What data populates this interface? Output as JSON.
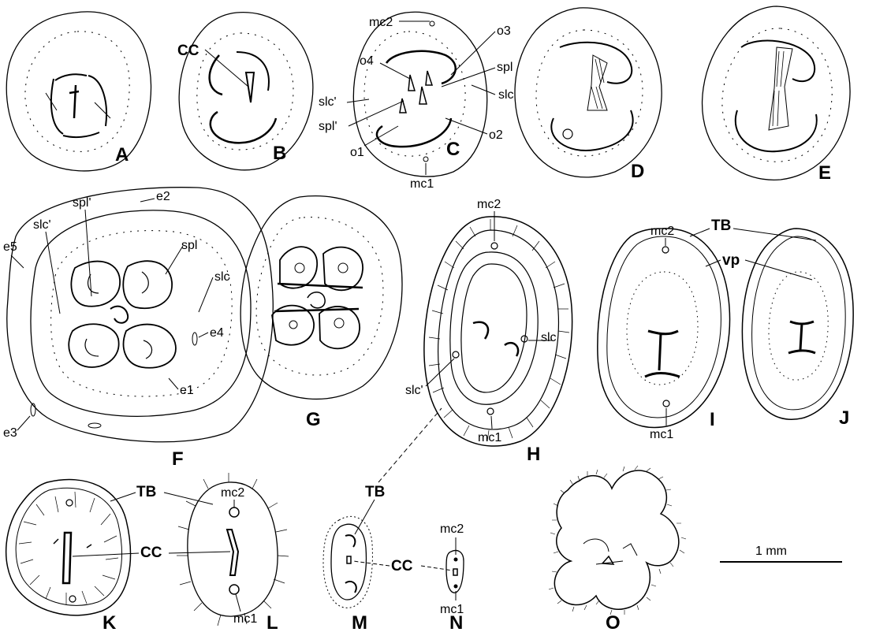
{
  "panels": [
    "A",
    "B",
    "C",
    "D",
    "E",
    "F",
    "G",
    "H",
    "I",
    "J",
    "K",
    "L",
    "M",
    "N",
    "O"
  ],
  "labels": {
    "cc_b": "CC",
    "mc2_c": "mc2",
    "o3_c": "o3",
    "o4_c": "o4",
    "spl_c": "spl",
    "slc_c": "slc",
    "slcp_c": "slc'",
    "splp_c": "spl'",
    "o2_c": "o2",
    "o1_c": "o1",
    "mc1_c": "mc1",
    "splp_f": "spl'",
    "slcp_f": "slc'",
    "e2_f": "e2",
    "e5_f": "e5",
    "spl_f": "spl",
    "slc_f": "slc",
    "e4_f": "e4",
    "e1_f": "e1",
    "e3_f": "e3",
    "mc2_h": "mc2",
    "slc_h": "slc",
    "slcp_h": "slc'",
    "mc1_h": "mc1",
    "mc2_i": "mc2",
    "tb_ij": "TB",
    "vp_ij": "vp",
    "mc1_i": "mc1",
    "tb_kl": "TB",
    "cc_kl": "CC",
    "mc2_l": "mc2",
    "mc1_l": "mc1",
    "tb_m": "TB",
    "cc_mn": "CC",
    "mc2_n": "mc2",
    "mc1_n": "mc1"
  },
  "scale_bar": {
    "label": "1 mm"
  }
}
